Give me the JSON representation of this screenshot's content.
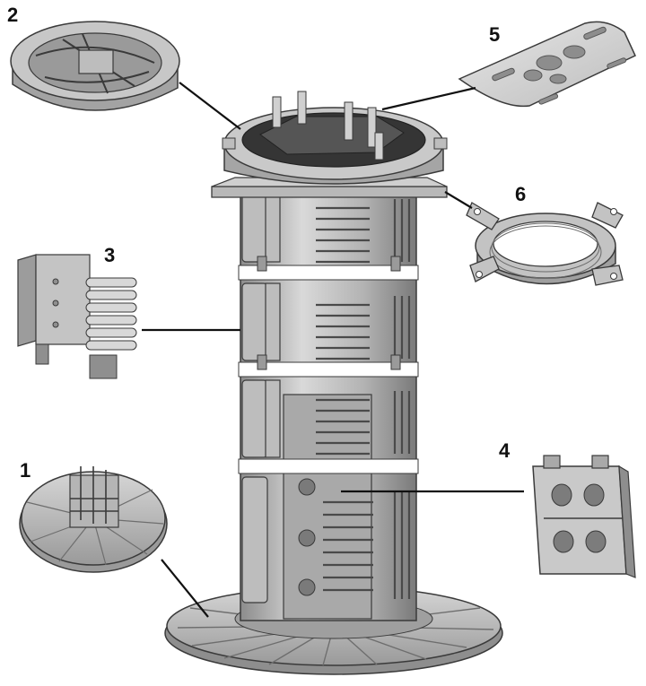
{
  "callouts": [
    {
      "id": "1",
      "label": "1"
    },
    {
      "id": "2",
      "label": "2"
    },
    {
      "id": "3",
      "label": "3"
    },
    {
      "id": "4",
      "label": "4"
    },
    {
      "id": "5",
      "label": "5"
    },
    {
      "id": "6",
      "label": "6"
    }
  ],
  "colors": {
    "part_light": "#d4d4d4",
    "part_mid": "#a8a8a8",
    "part_dark": "#6e6e6e",
    "outline": "#3a3a3a",
    "plate_dark": "#2f2f2f",
    "leader": "#111111"
  }
}
